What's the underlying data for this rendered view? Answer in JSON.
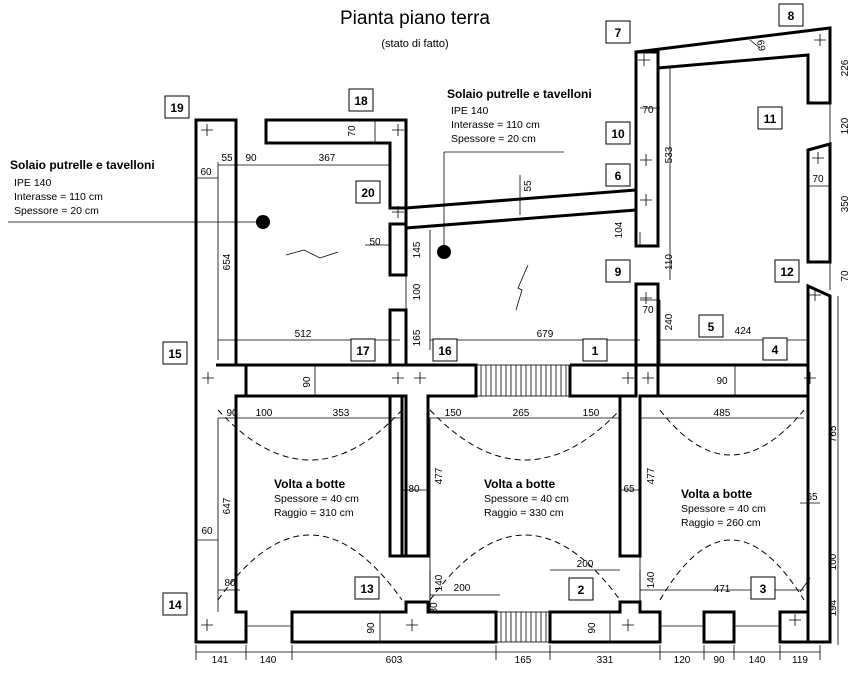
{
  "title": "Pianta piano terra",
  "subtitle": "(stato di fatto)",
  "notes": {
    "solaio_left": {
      "heading": "Solaio putrelle e tavelloni",
      "lines": [
        "IPE 140",
        "Interasse = 110 cm",
        "Spessore = 20 cm"
      ]
    },
    "solaio_right": {
      "heading": "Solaio putrelle e tavelloni",
      "lines": [
        "IPE 140",
        "Interasse = 110 cm",
        "Spessore = 20 cm"
      ]
    }
  },
  "vaults": {
    "left": {
      "heading": "Volta a botte",
      "spessore": "Spessore = 40 cm",
      "raggio": "Raggio = 310 cm"
    },
    "center": {
      "heading": "Volta a botte",
      "spessore": "Spessore = 40 cm",
      "raggio": "Raggio = 330 cm"
    },
    "right": {
      "heading": "Volta a botte",
      "spessore": "Spessore = 40 cm",
      "raggio": "Raggio = 260 cm"
    }
  },
  "points": [
    "1",
    "2",
    "3",
    "4",
    "5",
    "6",
    "7",
    "8",
    "9",
    "10",
    "11",
    "12",
    "13",
    "14",
    "15",
    "16",
    "17",
    "18",
    "19",
    "20"
  ],
  "dims": {
    "d60a": "60",
    "d55": "55",
    "d90a": "90",
    "d367": "367",
    "d70a": "70",
    "d654": "654",
    "d50": "50",
    "d145": "145",
    "d100a": "100",
    "d165a": "165",
    "d512": "512",
    "d679": "679",
    "d55b": "55",
    "d70b": "70",
    "d533": "533",
    "d104": "104",
    "d110": "110",
    "d70c": "70",
    "d240": "240",
    "d424": "424",
    "d69": "69",
    "d226": "226",
    "d120": "120",
    "d350": "350",
    "d70d": "70",
    "d70e": "70",
    "d90b": "90",
    "d90c": "90",
    "d90d": "90",
    "d100b": "100",
    "d353": "353",
    "d150a": "150",
    "d265": "265",
    "d150b": "150",
    "d485": "485",
    "d647": "647",
    "d477a": "477",
    "d477b": "477",
    "d80a": "80",
    "d65a": "65",
    "d65b": "65",
    "d60b": "60",
    "d80b": "80",
    "d140a": "140",
    "d200a": "200",
    "d200b": "200",
    "d140b": "140",
    "d471": "471",
    "d80c": "80",
    "d90e": "90",
    "d90f": "90",
    "d765": "765",
    "d100c": "100",
    "d194": "194",
    "b141": "141",
    "b140": "140",
    "b603": "603",
    "b165": "165",
    "b331": "331",
    "b120": "120",
    "b90": "90",
    "b140b": "140",
    "b119": "119"
  }
}
